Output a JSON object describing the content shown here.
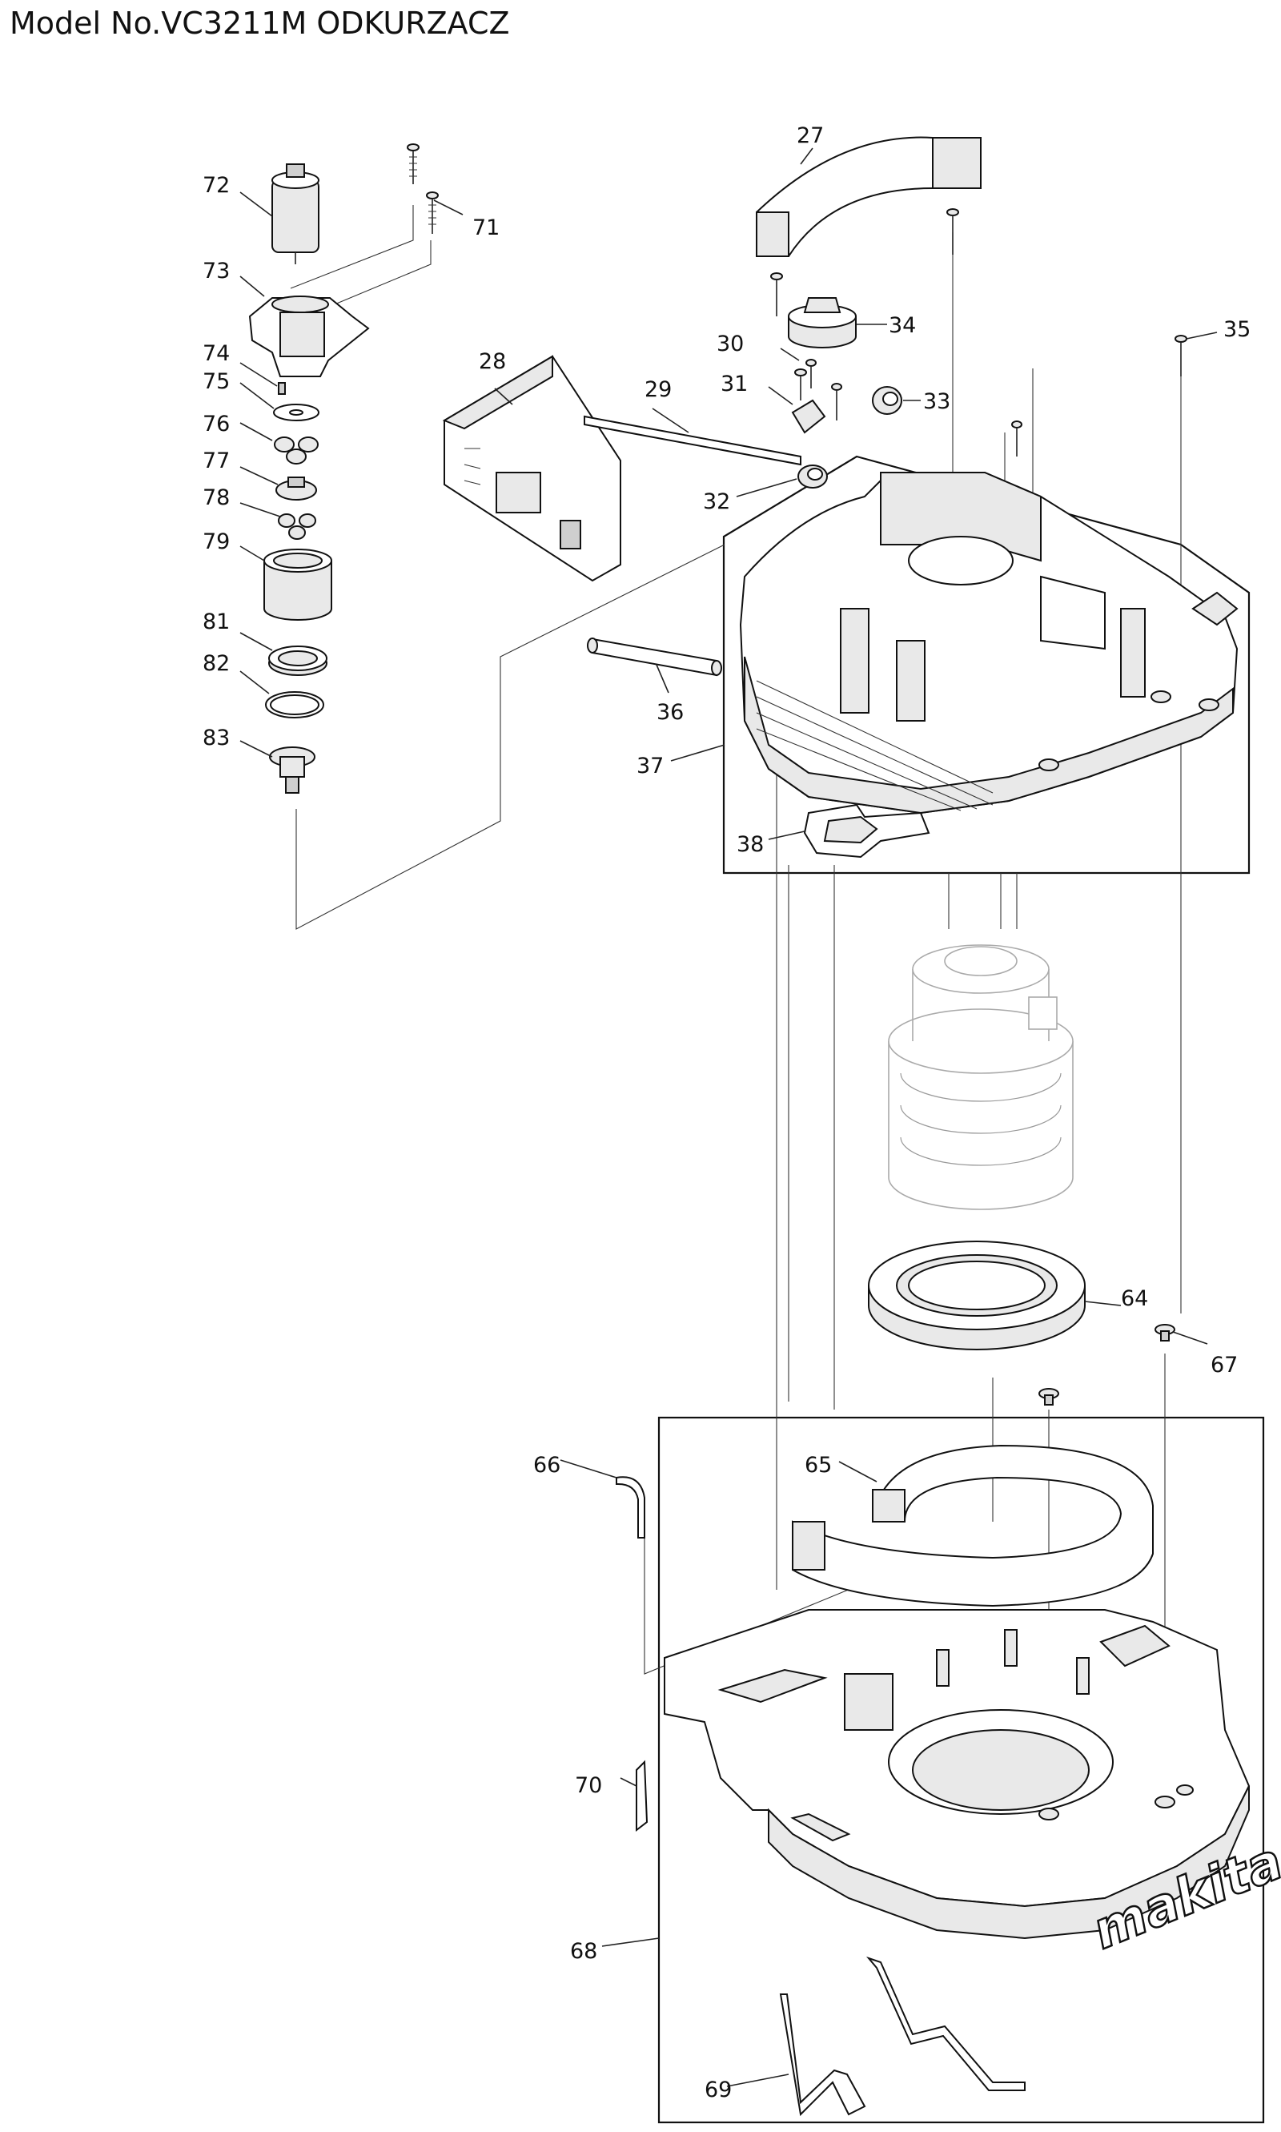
{
  "title": "Model No.VC3211M ODKURZACZ",
  "brand_logo": "makita",
  "parts": [
    {
      "id": "27"
    },
    {
      "id": "28"
    },
    {
      "id": "29"
    },
    {
      "id": "30"
    },
    {
      "id": "31"
    },
    {
      "id": "32"
    },
    {
      "id": "33"
    },
    {
      "id": "34"
    },
    {
      "id": "35"
    },
    {
      "id": "36"
    },
    {
      "id": "37"
    },
    {
      "id": "38"
    },
    {
      "id": "64"
    },
    {
      "id": "65"
    },
    {
      "id": "66"
    },
    {
      "id": "67"
    },
    {
      "id": "68"
    },
    {
      "id": "69"
    },
    {
      "id": "70"
    },
    {
      "id": "71"
    },
    {
      "id": "72"
    },
    {
      "id": "73"
    },
    {
      "id": "74"
    },
    {
      "id": "75"
    },
    {
      "id": "76"
    },
    {
      "id": "77"
    },
    {
      "id": "78"
    },
    {
      "id": "79"
    },
    {
      "id": "81"
    },
    {
      "id": "82"
    },
    {
      "id": "83"
    }
  ]
}
